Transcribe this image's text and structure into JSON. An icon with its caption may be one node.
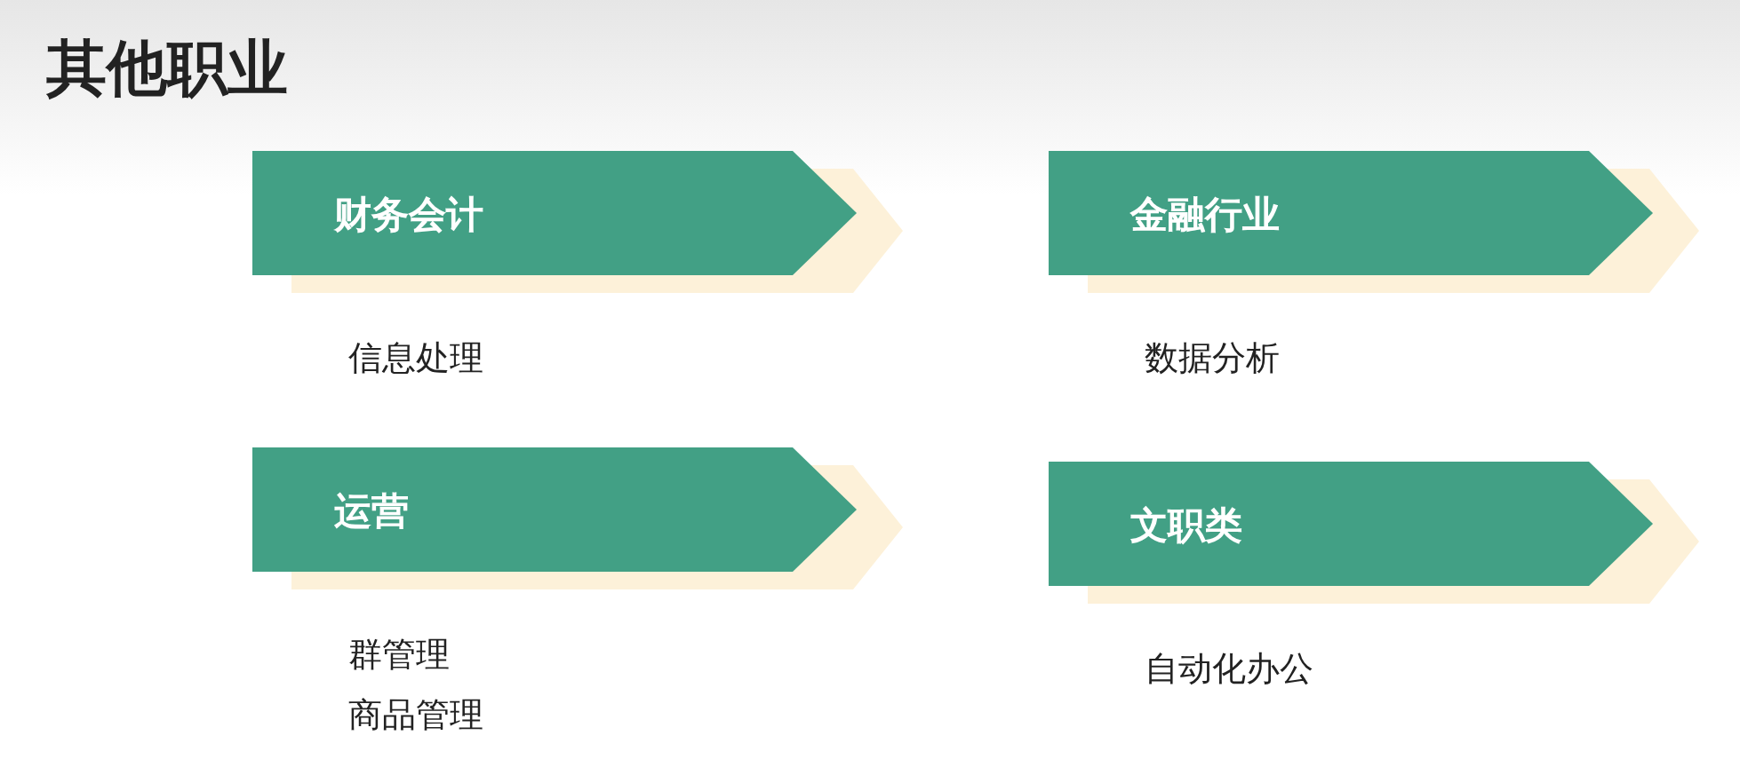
{
  "diagram": {
    "title": "其他职业",
    "nodes": [
      {
        "text": [
          "财务会计"
        ],
        "beside": [
          "信息处理"
        ]
      },
      {
        "text": [
          "金融行业"
        ],
        "beside": [
          "数据分析"
        ]
      },
      {
        "text": [
          "运营"
        ],
        "beside": [
          "群管理",
          "商品管理"
        ]
      },
      {
        "text": [
          "文职类"
        ],
        "beside": [
          "自动化办公"
        ]
      }
    ]
  }
}
